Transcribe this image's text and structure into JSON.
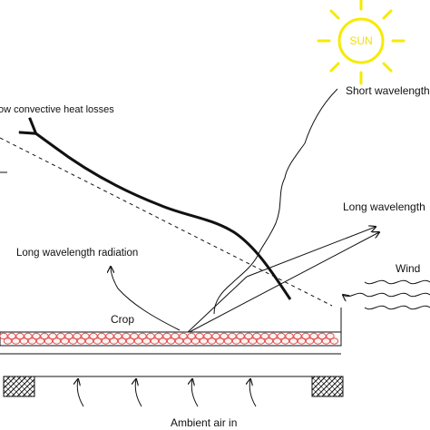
{
  "diagram": {
    "labels": {
      "sun": "SUN",
      "short_wavelength": "Short wavelength",
      "convective_losses": "ow convective heat losses",
      "long_wavelength_right": "Long  wavelength",
      "long_wavelength_radiation": "Long  wavelength radiation",
      "wind": "Wind",
      "crop": "Crop",
      "ambient_air": "Ambient air in"
    },
    "colors": {
      "sun": "#f7ea00",
      "crop": "#e05050",
      "ink": "#111111"
    }
  }
}
